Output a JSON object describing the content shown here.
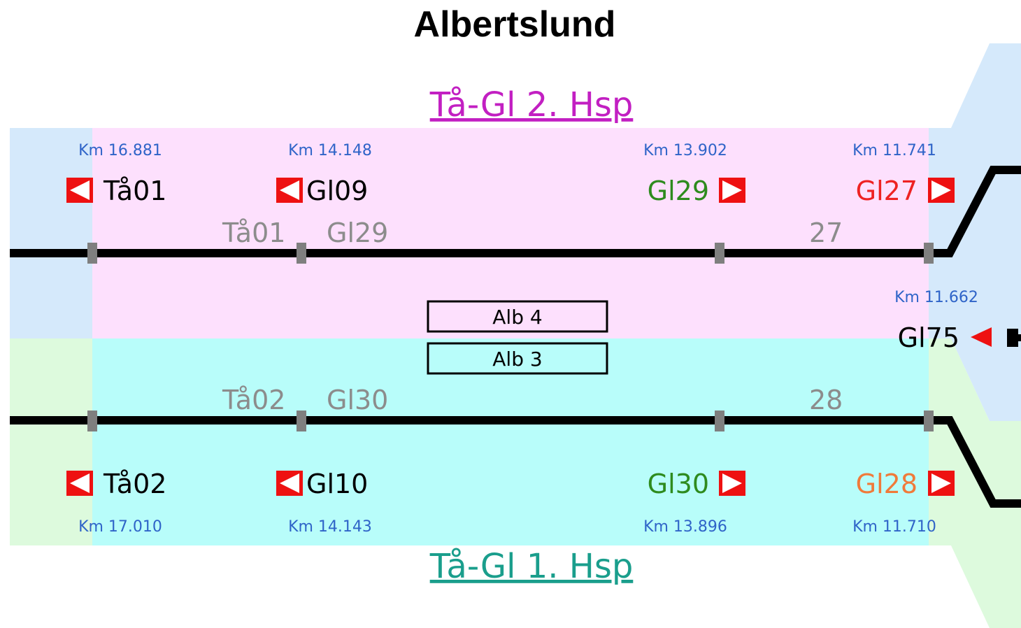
{
  "title": "Albertslund",
  "links": {
    "upper": "Tå-Gl 2. Hsp",
    "lower": "Tå-Gl 1. Hsp"
  },
  "upper_track": {
    "km": [
      "Km 16.881",
      "Km 14.148",
      "Km 13.902",
      "Km 11.741"
    ],
    "signals": [
      {
        "label": "Tå01",
        "color": "#000000",
        "arrow": "left"
      },
      {
        "label": "Gl09",
        "color": "#000000",
        "arrow": "left"
      },
      {
        "label": "Gl29",
        "color": "#2e8b1e",
        "arrow": "right"
      },
      {
        "label": "Gl27",
        "color": "#ee2222",
        "arrow": "right"
      }
    ],
    "section_labels": [
      "Tå01",
      "Gl29",
      "27"
    ]
  },
  "lower_track": {
    "km": [
      "Km 17.010",
      "Km 14.143",
      "Km 13.896",
      "Km 11.710"
    ],
    "signals": [
      {
        "label": "Tå02",
        "color": "#000000",
        "arrow": "left"
      },
      {
        "label": "Gl10",
        "color": "#000000",
        "arrow": "left"
      },
      {
        "label": "Gl30",
        "color": "#2e8b1e",
        "arrow": "right"
      },
      {
        "label": "Gl28",
        "color": "#f07a3a",
        "arrow": "right"
      }
    ],
    "section_labels": [
      "Tå02",
      "Gl30",
      "28"
    ]
  },
  "branch": {
    "km": "Km 11.662",
    "signal": "Gl75"
  },
  "platforms": [
    "Alb 4",
    "Alb 3"
  ],
  "colors": {
    "upper_link": "#c21fc2",
    "lower_link": "#1a9e8c",
    "pink_zone": "#fde0fd",
    "cyan_zone": "#b8fdfa",
    "blue_zone": "#d5e9fb",
    "green_zone": "#ddfadd",
    "signal_red": "#ee1111",
    "km_blue": "#2f64c8"
  }
}
